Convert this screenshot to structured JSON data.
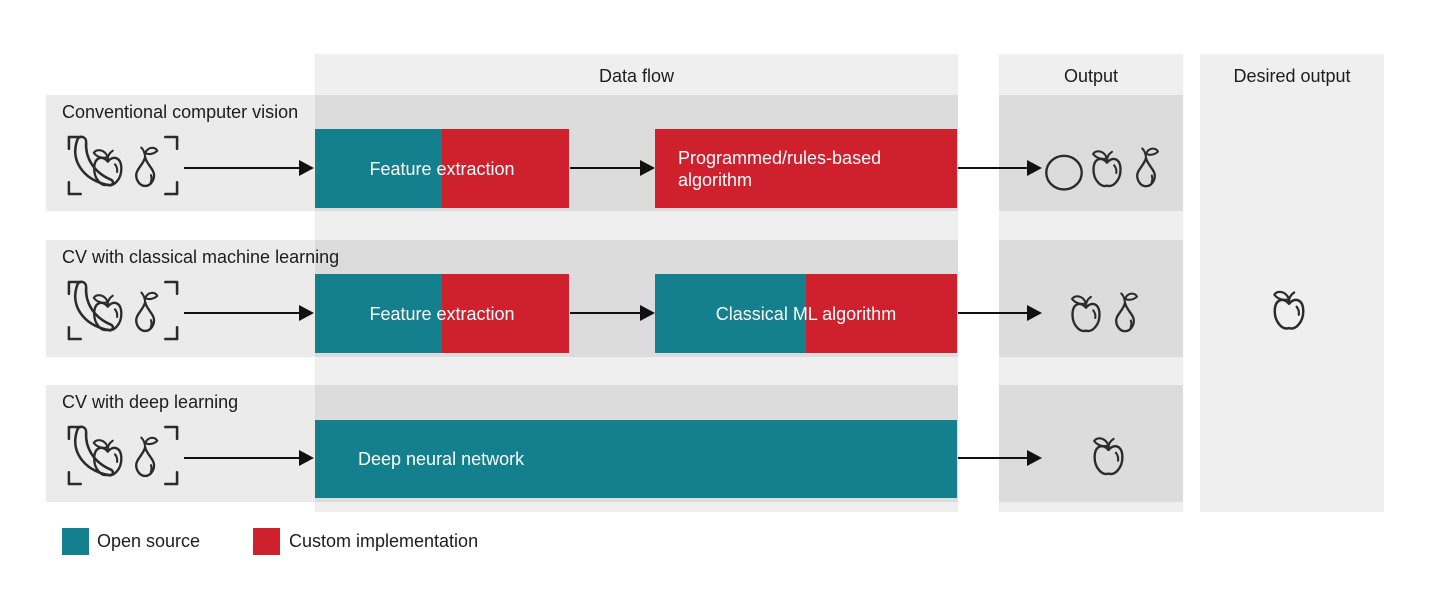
{
  "palette": {
    "open_source_teal": "#14808D",
    "custom_implementation_red": "#CF202E",
    "column_band_gray": "#EFEFEF",
    "row_overlap_gray": "#DCDCDC",
    "text_dark": "#1D1D1D",
    "box_text_white": "#FBFDFD",
    "icon_stroke": "#2B2B2B"
  },
  "column_headers": {
    "data_flow": "Data flow",
    "output": "Output",
    "desired_output": "Desired output"
  },
  "rows": [
    {
      "label": "Conventional computer vision",
      "input_icon": "fruits-banana-apple-pear-in-detection-brackets",
      "stages": [
        {
          "label": "Feature extraction",
          "composition": [
            "open_source",
            "custom_implementation"
          ],
          "text_align": "center"
        },
        {
          "label": "Programmed/rules-based algorithm",
          "composition": [
            "custom_implementation"
          ],
          "text_align": "left"
        }
      ],
      "output_icons": [
        "orange",
        "apple",
        "pear"
      ]
    },
    {
      "label": "CV with classical machine learning",
      "input_icon": "fruits-banana-apple-pear-in-detection-brackets",
      "stages": [
        {
          "label": "Feature extraction",
          "composition": [
            "open_source",
            "custom_implementation"
          ],
          "text_align": "center"
        },
        {
          "label": "Classical ML algorithm",
          "composition": [
            "open_source",
            "custom_implementation"
          ],
          "text_align": "center"
        }
      ],
      "output_icons": [
        "apple",
        "pear"
      ]
    },
    {
      "label": "CV with deep learning",
      "input_icon": "fruits-banana-apple-pear-in-detection-brackets",
      "stages": [
        {
          "label": "Deep neural network",
          "composition": [
            "open_source"
          ],
          "text_align": "left"
        }
      ],
      "output_icons": [
        "apple"
      ]
    }
  ],
  "desired_output": {
    "icon": "apple"
  },
  "legend": [
    {
      "label": "Open source",
      "swatch": "open_source_teal"
    },
    {
      "label": "Custom implementation",
      "swatch": "custom_implementation_red"
    }
  ]
}
